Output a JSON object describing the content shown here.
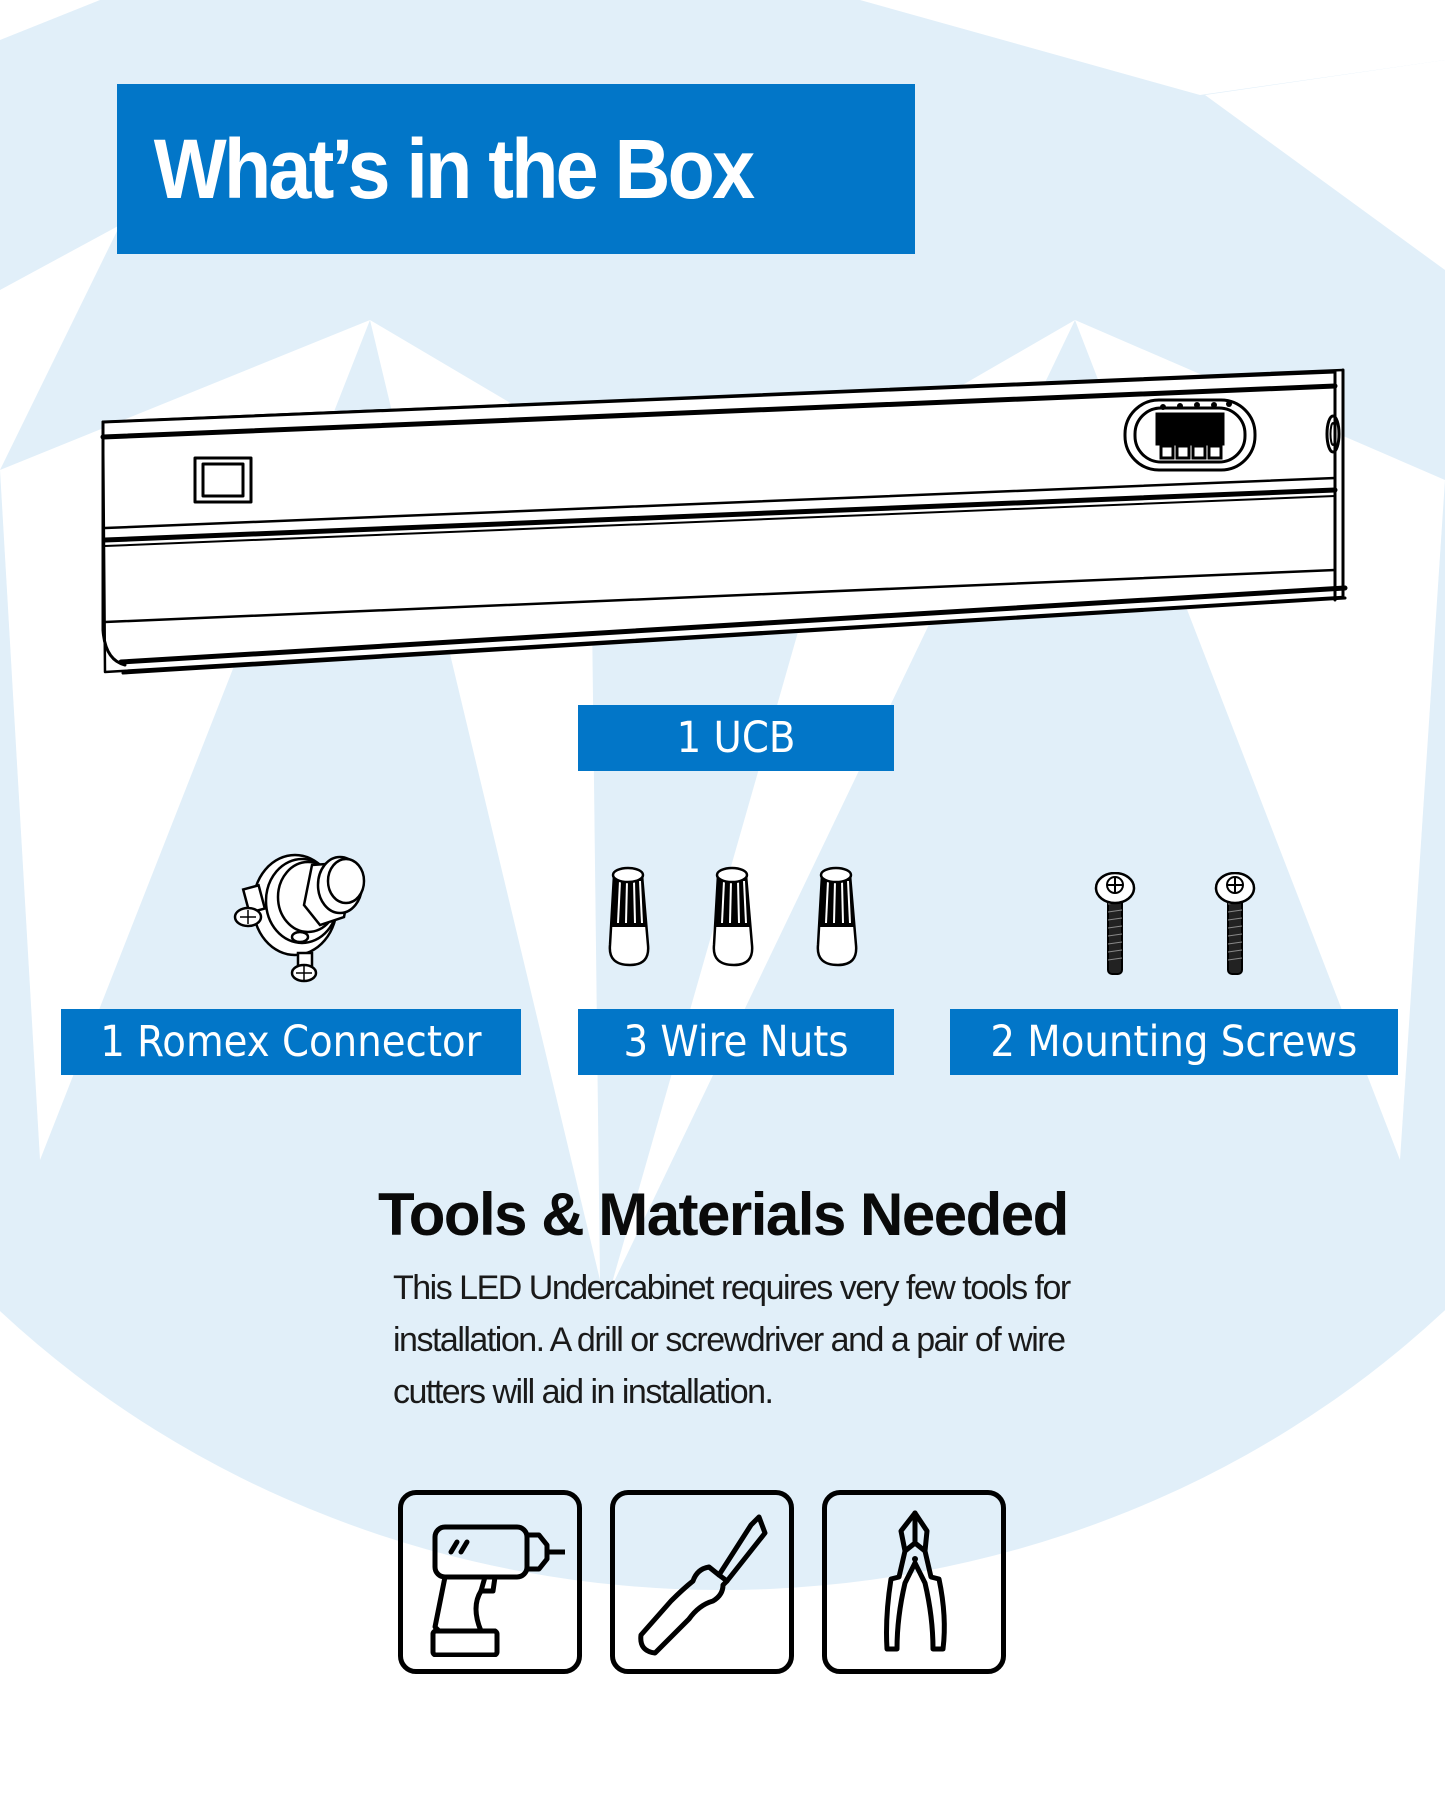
{
  "header": {
    "title": "What’s in the Box"
  },
  "box_contents": {
    "main_item": {
      "label": "1 UCB",
      "icon": "under-cabinet-light-bar-illustration"
    },
    "accessories": [
      {
        "label": "1 Romex Connector",
        "icon": "romex-connector-illustration"
      },
      {
        "label": "3 Wire Nuts",
        "icon": "wire-nuts-illustration"
      },
      {
        "label": "2 Mounting Screws",
        "icon": "mounting-screws-illustration"
      }
    ]
  },
  "tools_section": {
    "heading": "Tools & Materials Needed",
    "description": "This LED Undercabinet requires very few tools for installation. A drill or screwdriver and a pair of wire cutters will aid in installation.",
    "tools": [
      {
        "name": "Drill",
        "icon": "drill-icon"
      },
      {
        "name": "Screwdriver",
        "icon": "screwdriver-icon"
      },
      {
        "name": "Wire Cutters",
        "icon": "wire-cutters-icon"
      }
    ]
  },
  "colors": {
    "accent_blue": "#0276c8",
    "background_light_blue": "#e1eff9",
    "text_dark": "#0a0a0a"
  }
}
